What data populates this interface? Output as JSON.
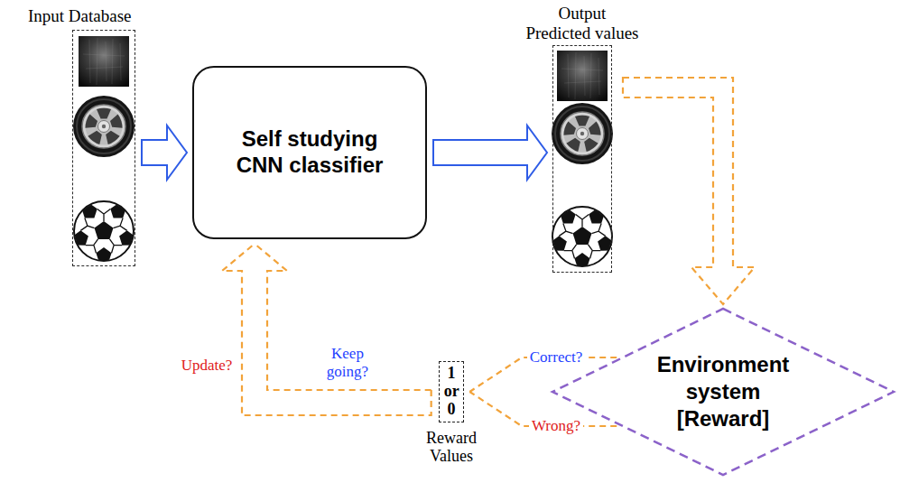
{
  "diagram": {
    "nodes": [
      {
        "text": [
          "Input Database"
        ]
      },
      {
        "text": [
          "Self studying CNN classifier"
        ]
      },
      {
        "text": [
          "Output Predicted values"
        ]
      },
      {
        "text": [
          "Environment system [Reward]"
        ]
      },
      {
        "text": [
          "1 or 0",
          "Reward Values"
        ]
      }
    ],
    "edges": [
      {
        "from": 0,
        "to": 1,
        "arrow": "to"
      },
      {
        "from": 1,
        "to": 2,
        "arrow": "to"
      },
      {
        "from": 2,
        "to": 3,
        "arrow": "to"
      },
      {
        "from": 3,
        "to": 4,
        "label": "Correct?",
        "arrow": "to"
      },
      {
        "from": 3,
        "to": 4,
        "label": "Wrong?",
        "arrow": "to"
      },
      {
        "from": 4,
        "to": 1,
        "label": "Update?",
        "arrow": "to"
      },
      {
        "from": 4,
        "to": 1,
        "label": "Keep going?",
        "arrow": "to"
      }
    ]
  }
}
